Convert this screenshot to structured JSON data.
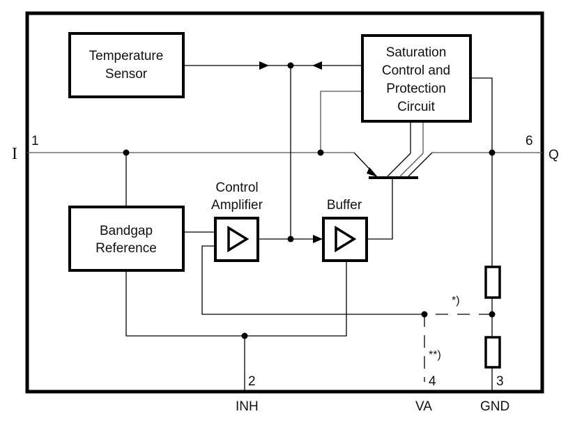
{
  "diagram": {
    "type": "block-diagram",
    "blocks": {
      "temperature_sensor": [
        "Temperature",
        "Sensor"
      ],
      "saturation_control": [
        "Saturation",
        "Control and",
        "Protection",
        "Circuit"
      ],
      "bandgap_reference": [
        "Bandgap",
        "Reference"
      ],
      "control_amplifier": [
        "Control",
        "Amplifier"
      ],
      "buffer": "Buffer"
    },
    "pins": {
      "input": {
        "number": "1",
        "name": "I"
      },
      "inhibit": {
        "number": "2",
        "name": "INH"
      },
      "ground": {
        "number": "3",
        "name": "GND"
      },
      "adjust": {
        "number": "4",
        "name": "VA"
      },
      "output": {
        "number": "6",
        "name": "Q"
      }
    },
    "notes": {
      "single": "*)",
      "double": "**)"
    }
  }
}
